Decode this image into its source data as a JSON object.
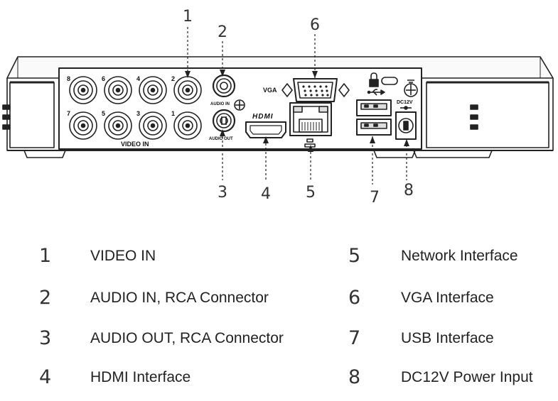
{
  "diagram": {
    "panel_labels": {
      "video_in": "VIDEO IN",
      "audio_in": "AUDIO IN",
      "audio_out": "AUDIO OUT",
      "vga": "VGA",
      "hdmi": "HDMI",
      "dc12v": "DC12V",
      "ports_top": [
        "8",
        "6",
        "4",
        "2"
      ],
      "ports_bottom": [
        "7",
        "5",
        "3",
        "1"
      ]
    },
    "callouts": [
      "1",
      "2",
      "3",
      "4",
      "5",
      "6",
      "7",
      "8"
    ]
  },
  "legend": {
    "left": [
      {
        "num": "1",
        "text": "VIDEO IN"
      },
      {
        "num": "2",
        "text": "AUDIO IN, RCA Connector"
      },
      {
        "num": "3",
        "text": "AUDIO OUT, RCA Connector"
      },
      {
        "num": "4",
        "text": "HDMI Interface"
      }
    ],
    "right": [
      {
        "num": "5",
        "text": "Network Interface"
      },
      {
        "num": "6",
        "text": "VGA Interface"
      },
      {
        "num": "7",
        "text": "USB Interface"
      },
      {
        "num": "8",
        "text": "DC12V Power Input"
      }
    ]
  }
}
